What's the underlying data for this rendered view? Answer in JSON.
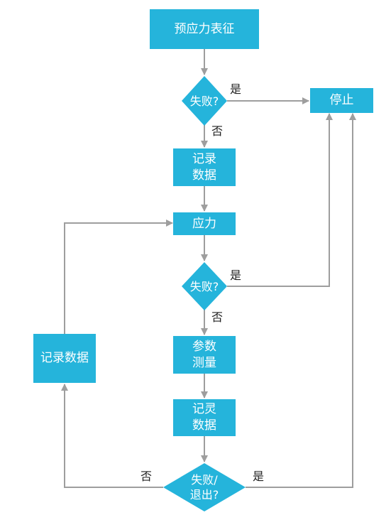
{
  "colors": {
    "node_fill": "#25b4db",
    "node_text": "#ffffff",
    "edge": "#9e9e9e",
    "edge_label": "#222222"
  },
  "nodes": {
    "prestress": "预应力表征",
    "decision1": "失败?",
    "stop": "停止",
    "record1": "记录\n数据",
    "stress": "应力",
    "decision2": "失败?",
    "measure": "参数\n测量",
    "record2": "记灵\n数据",
    "decision3": "失败/\n退出?",
    "record_left": "记录数据"
  },
  "edge_labels": {
    "yes": "是",
    "no": "否"
  }
}
